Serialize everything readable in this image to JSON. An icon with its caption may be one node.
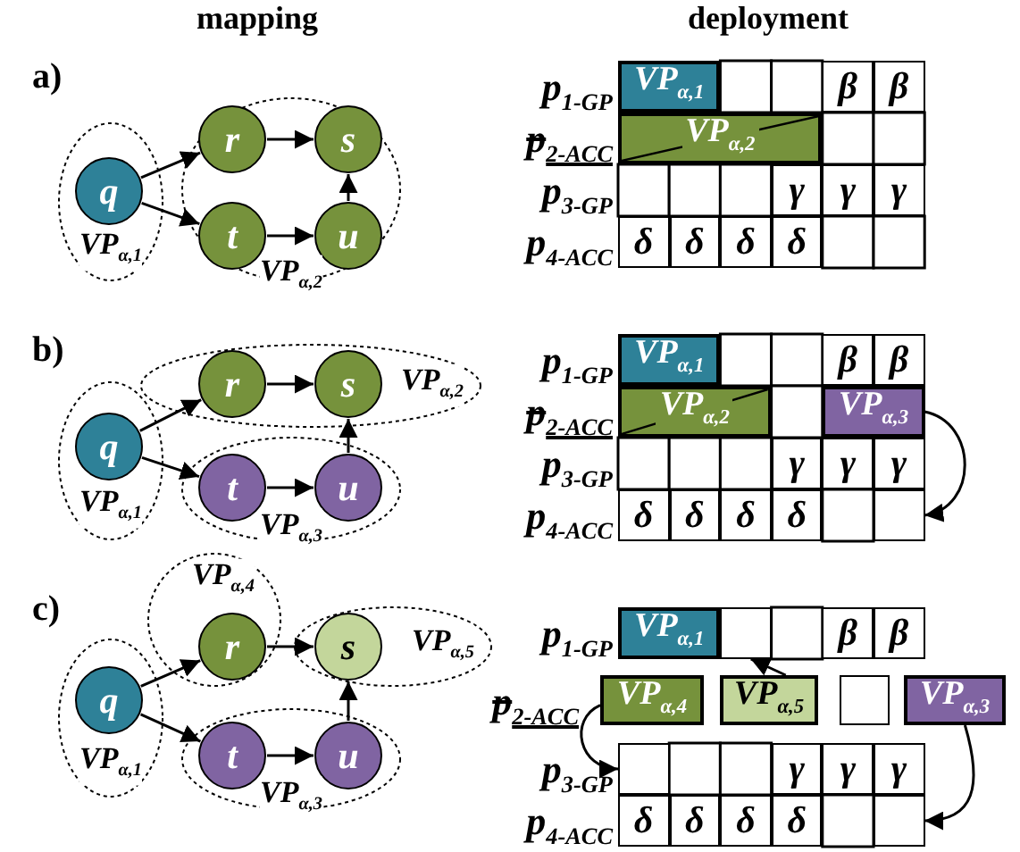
{
  "diagram": {
    "nodes": [
      {
        "text": [
          "VP$_{α,1}$"
        ]
      },
      {
        "text": [
          "q"
        ],
        "in": 0
      },
      {
        "text": [
          "VP$_{α,2}$"
        ]
      },
      {
        "text": [
          "r"
        ],
        "in": 2
      },
      {
        "text": [
          "s"
        ],
        "in": 2
      },
      {
        "text": [
          "t"
        ],
        "in": 2
      },
      {
        "text": [
          "u"
        ],
        "in": 2
      },
      {
        "text": [
          "VP$_{α,1}$"
        ]
      },
      {
        "text": [
          "VP$_{α,2}$"
        ]
      },
      {
        "text": [
          "VP$_{α,1}$"
        ]
      },
      {
        "text": [
          "q"
        ],
        "in": 9
      },
      {
        "text": [
          "VP$_{α,2}$"
        ]
      },
      {
        "text": [
          "r"
        ],
        "in": 11
      },
      {
        "text": [
          "s"
        ],
        "in": 11
      },
      {
        "text": [
          "VP$_{α,3}$"
        ]
      },
      {
        "text": [
          "t"
        ],
        "in": 14
      },
      {
        "text": [
          "u"
        ],
        "in": 14
      },
      {
        "text": [
          "VP$_{α,1}$"
        ]
      },
      {
        "text": [
          "VP$_{α,2}$"
        ]
      },
      {
        "text": [
          "VP$_{α,3}$"
        ]
      },
      {
        "text": [],
        "shape": "box"
      },
      {
        "text": [
          "VP$_{α,4}$"
        ]
      },
      {
        "text": [
          "r"
        ],
        "in": 21
      },
      {
        "text": [
          "VP$_{α,5}$"
        ]
      },
      {
        "text": [
          "s"
        ],
        "in": 23
      },
      {
        "text": [
          "VP$_{α,1}$"
        ]
      },
      {
        "text": [
          "q"
        ],
        "in": 25
      },
      {
        "text": [
          "VP$_{α,3}$"
        ]
      },
      {
        "text": [
          "t"
        ],
        "in": 27
      },
      {
        "text": [
          "u"
        ],
        "in": 27
      },
      {
        "text": [
          "VP$_{α,1}$"
        ]
      },
      {
        "text": [],
        "shape": "box"
      },
      {
        "text": [
          "VP$_{α,4}$"
        ]
      },
      {
        "text": [
          "VP$_{α,5}$"
        ]
      },
      {
        "text": [],
        "shape": "box"
      },
      {
        "text": [
          "VP$_{α,3}$"
        ]
      },
      {
        "text": [],
        "shape": "box"
      },
      {
        "text": [],
        "shape": "box"
      }
    ],
    "edges": [
      {
        "from": 1,
        "to": 3,
        "arrow": "to"
      },
      {
        "from": 1,
        "to": 5,
        "arrow": "to"
      },
      {
        "from": 3,
        "to": 4,
        "arrow": "to"
      },
      {
        "from": 5,
        "to": 6,
        "arrow": "to"
      },
      {
        "from": 6,
        "to": 4,
        "arrow": "to"
      },
      {
        "from": 10,
        "to": 12,
        "arrow": "to"
      },
      {
        "from": 10,
        "to": 15,
        "arrow": "to"
      },
      {
        "from": 12,
        "to": 13,
        "arrow": "to"
      },
      {
        "from": 15,
        "to": 16,
        "arrow": "to"
      },
      {
        "from": 16,
        "to": 13,
        "arrow": "to"
      },
      {
        "from": 19,
        "to": 20,
        "arrow": "to"
      },
      {
        "from": 26,
        "to": 22,
        "arrow": "to"
      },
      {
        "from": 26,
        "to": 28,
        "arrow": "to"
      },
      {
        "from": 22,
        "to": 24,
        "arrow": "to"
      },
      {
        "from": 28,
        "to": 29,
        "arrow": "to"
      },
      {
        "from": 29,
        "to": 24,
        "arrow": "to"
      },
      {
        "from": 33,
        "to": 31,
        "arrow": "to"
      },
      {
        "from": 32,
        "to": 36,
        "arrow": "to"
      },
      {
        "from": 35,
        "to": 37,
        "arrow": "to"
      }
    ],
    "labels": [
      "mapping",
      "deployment",
      "a)",
      "p$_{1-GP}$",
      "p$_{2-ACC}$",
      "p$_{3-GP}$",
      "p$_{4-ACC}$",
      "β",
      "β",
      "γ",
      "γ",
      "γ",
      "δ",
      "δ",
      "δ",
      "δ",
      "b)",
      "p$_{1-GP}$",
      "p$_{2-ACC}$",
      "p$_{3-GP}$",
      "p$_{4-ACC}$",
      "β",
      "β",
      "γ",
      "γ",
      "γ",
      "δ",
      "δ",
      "δ",
      "δ",
      "c)",
      "p$_{1-GP}$",
      "p$_{2-ACC}$",
      "p$_{3-GP}$",
      "p$_{4-ACC}$",
      "β",
      "β",
      "γ",
      "γ",
      "γ",
      "δ",
      "δ",
      "δ",
      "δ"
    ]
  }
}
